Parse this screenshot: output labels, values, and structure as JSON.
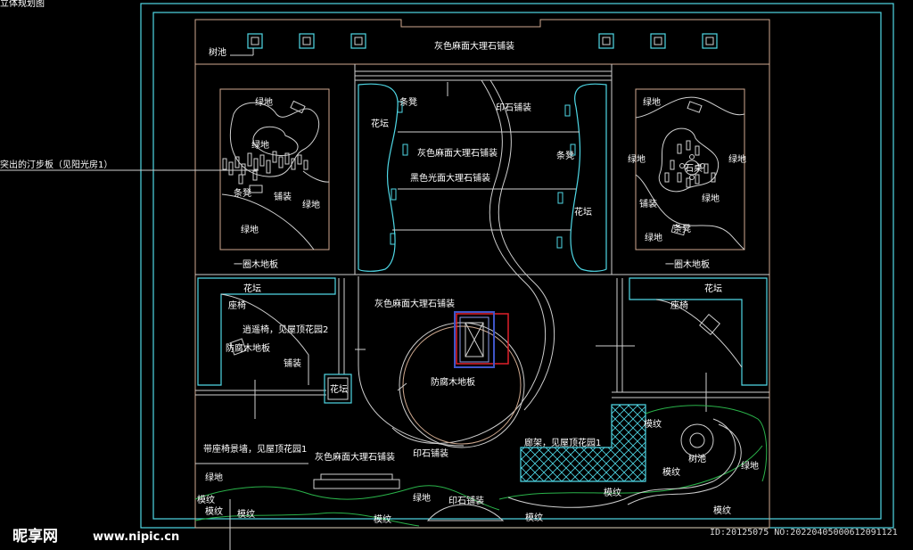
{
  "header": {
    "title": "立体规划图"
  },
  "labels": {
    "tree_pool": "树池",
    "top_paving": "灰色麻面大理石铺装",
    "green": "绿地",
    "stepping_note": "突出的汀步板（见阳光房1）",
    "bench": "条凳",
    "paving": "铺装",
    "wood_ring": "一圈木地板",
    "flowerbed": "花坛",
    "pebble_paving": "印石铺装",
    "grey_marble_2": "灰色麻面大理石铺装",
    "black_marble": "黑色光面大理石铺装",
    "stone_table": "石桌",
    "seat": "座椅",
    "swing_note": "逍遥椅，见屋顶花园2",
    "antiseptic_wood": "防腐木地板",
    "center_paving": "灰色麻面大理石铺装",
    "center_wood": "防腐木地板",
    "screen_wall_note": "带座椅景墙，见屋顶花园1",
    "bottom_paving": "灰色麻面大理石铺装",
    "bottom_pebble": "印石铺装",
    "pergola_note": "廊架，见屋顶花园1",
    "pattern": "模纹",
    "tree_pool_2": "树池"
  },
  "watermark": {
    "logo": "昵享网",
    "url": "www.nipic.cn",
    "id": "ID:20125075 NO:20220405000612091121"
  },
  "colors": {
    "background": "#000000",
    "boundary": "#4fd8e6",
    "outline": "#cfa98f",
    "lines": "#cfcfcf",
    "planting": "#2ab34a",
    "pavilion_accent": "#e0202a",
    "pavilion_blue": "#3f55c8"
  }
}
